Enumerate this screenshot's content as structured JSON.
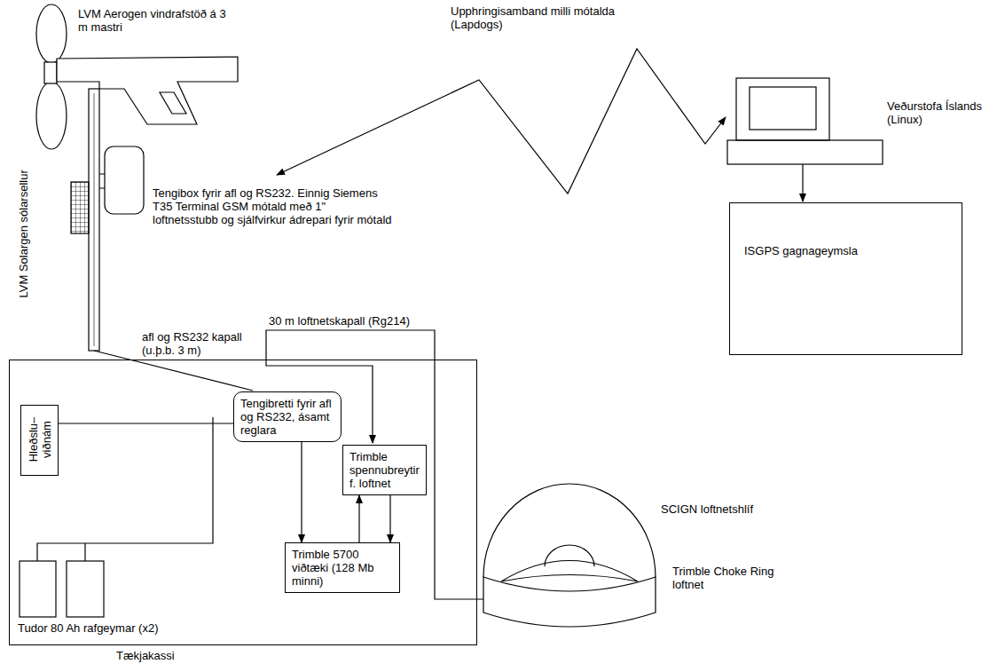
{
  "diagram": {
    "nodes": [
      {
        "text": [
          "Tækjakassi"
        ]
      },
      {
        "text": [
          "Hleðslu– viðnám"
        ],
        "in": 0
      },
      {
        "text": [
          "Tengibretti fyrir afl og RS232, ásamt reglara"
        ],
        "in": 0
      },
      {
        "text": [
          "Trimble spennubreytir f. loftnet"
        ],
        "in": 0
      },
      {
        "text": [
          "Trimble 5700 viðtæki (128 Mb minni)"
        ],
        "in": 0
      },
      {
        "text": [
          "ISGPS gagnageymsla"
        ]
      }
    ],
    "edges": [
      {
        "from": 2,
        "to": 1,
        "arrow": "none"
      },
      {
        "from": 2,
        "to": 4,
        "arrow": "to"
      },
      {
        "from": 4,
        "to": 3,
        "arrow": "to"
      },
      {
        "from": 3,
        "to": 4,
        "arrow": "to"
      }
    ],
    "labels": [
      "LVM Aerogen vindrafstöð á 3 m mastri",
      "LVM Solargen sólarsellur",
      "Tengibox fyrir afl og RS232. Einnig Siemens T35 Terminal GSM mótald með 1\" loftnetsstubb og sjálfvirkur ádrepari fyrir mótald",
      "Upphringisamband milli mótalda (Lapdogs)",
      "Veðurstofa Íslands (Linux)",
      "afl og RS232 kapall (u.þ.b. 3 m)",
      "30 m loftnetskapall (Rg214)",
      "SCIGN loftnetshlíf",
      "Trimble Choke Ring loftnet",
      "Tudor 80 Ah rafgeymar (x2)"
    ]
  }
}
